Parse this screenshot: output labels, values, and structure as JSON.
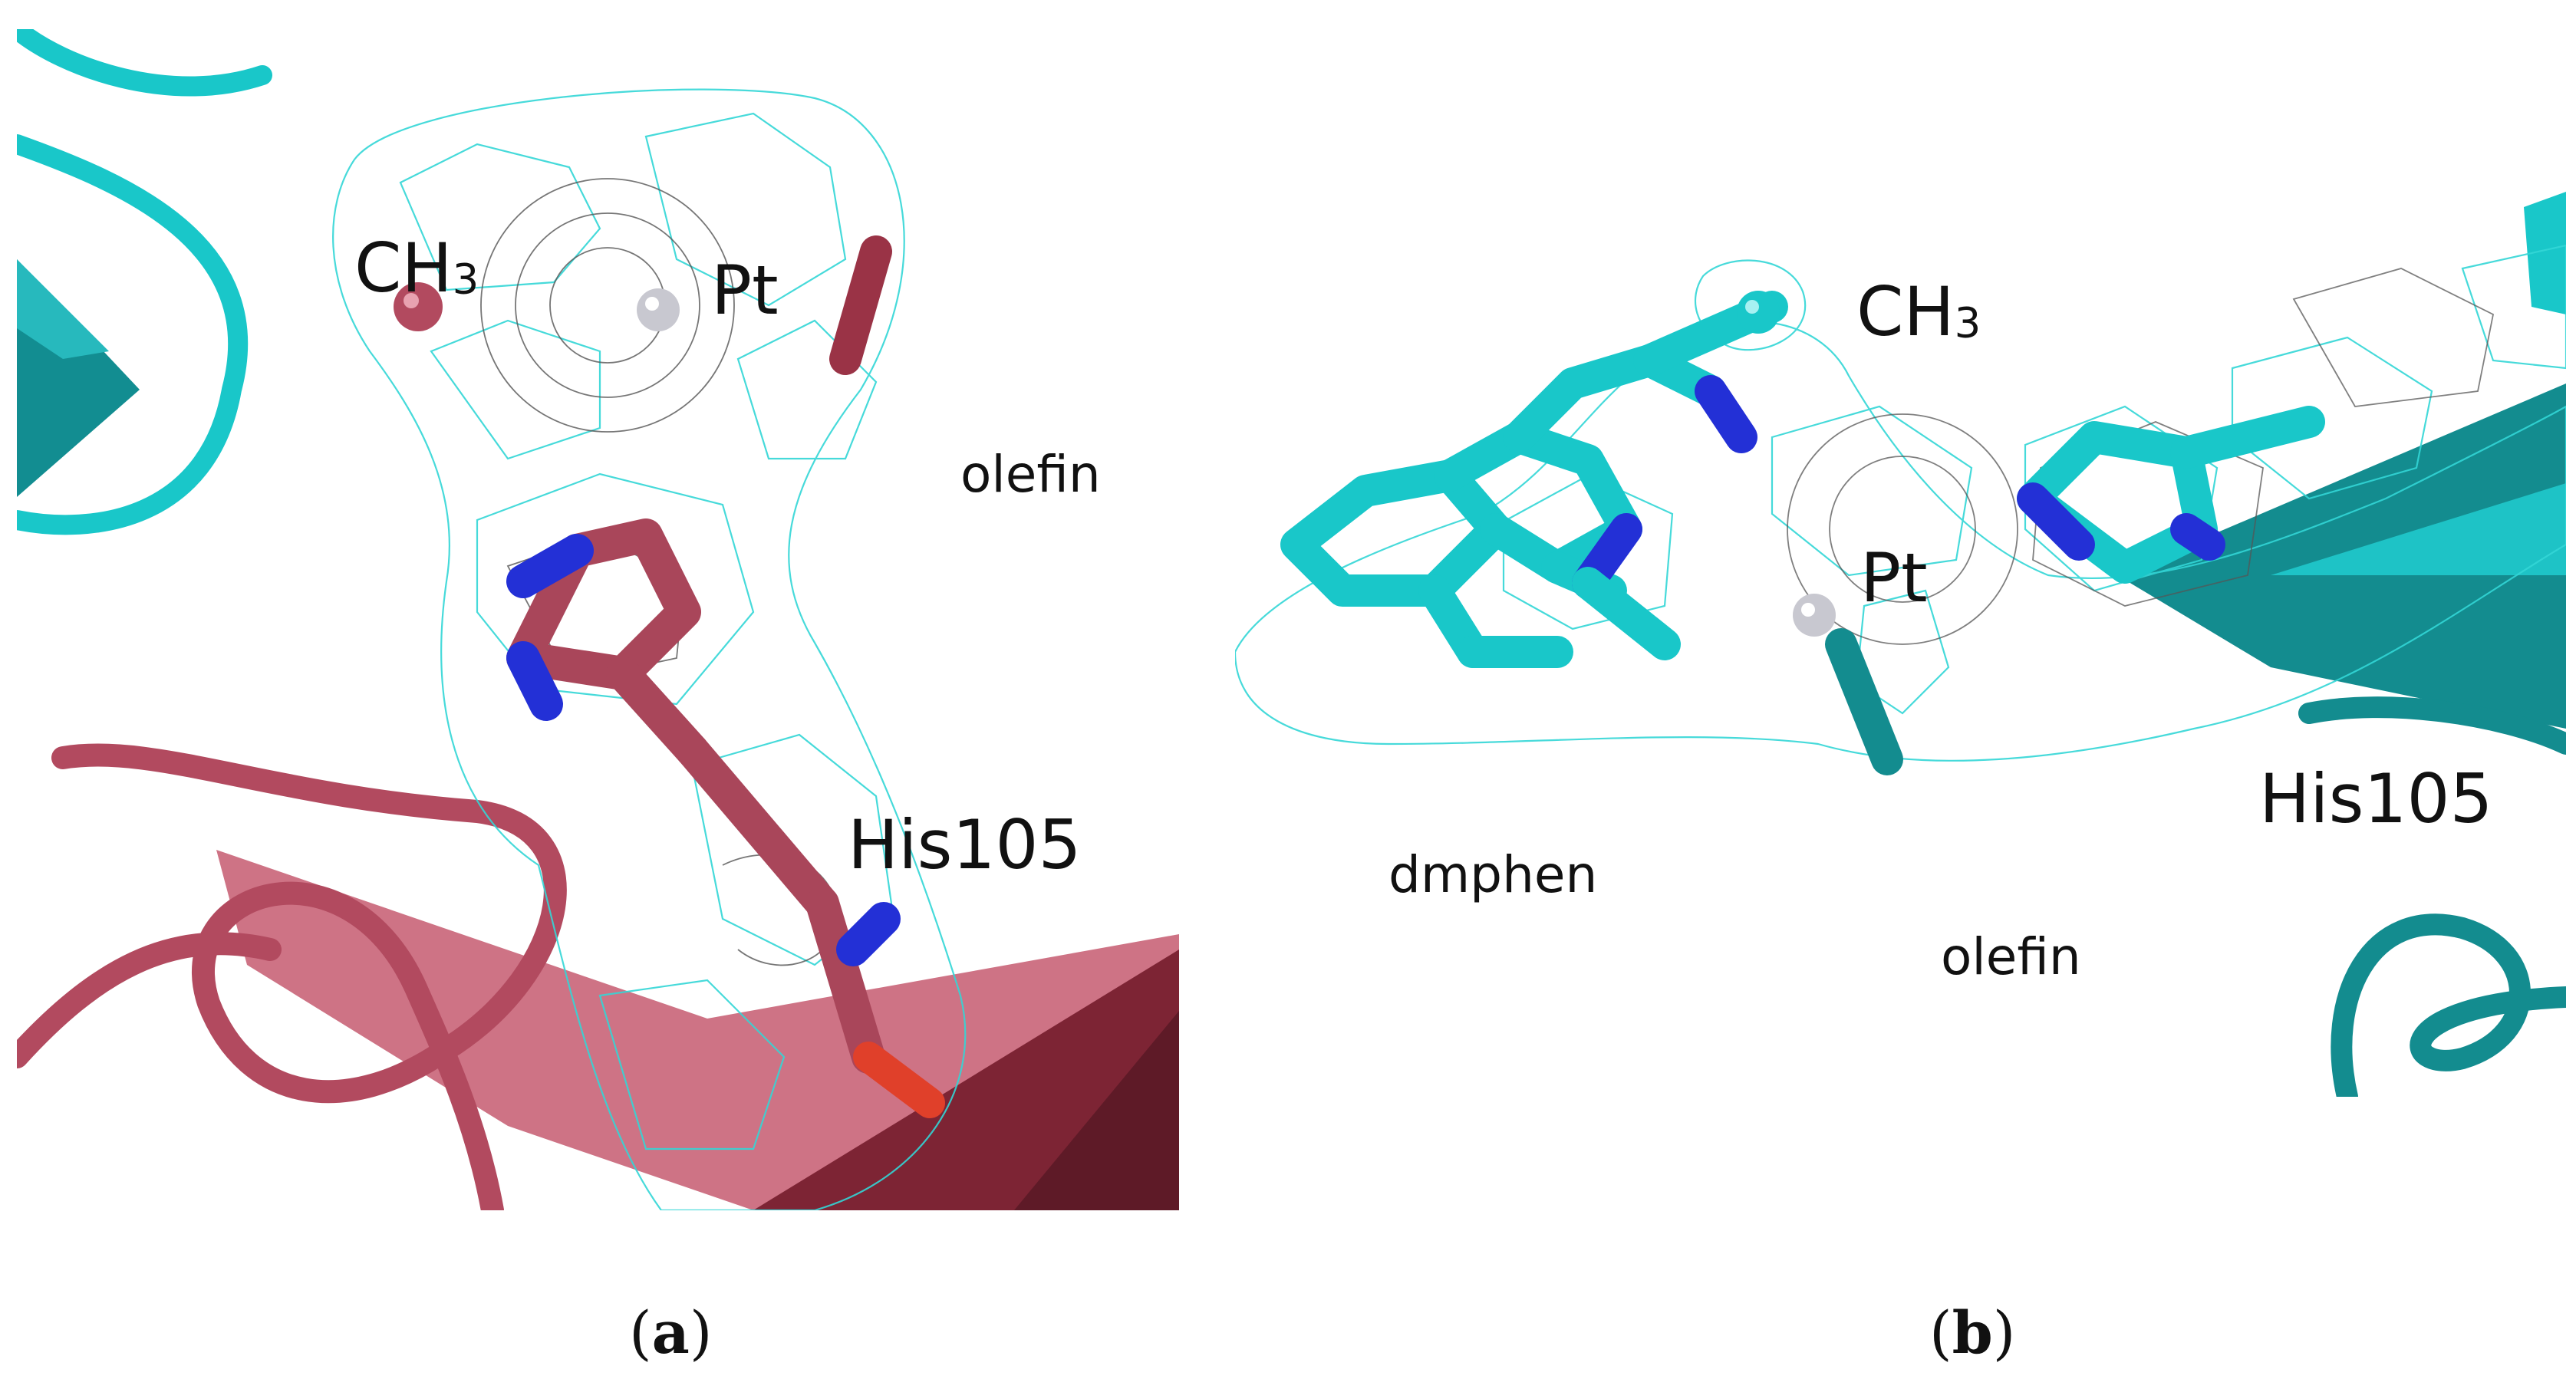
{
  "panels": [
    {
      "id": "a",
      "caption_open": "(",
      "caption_letter": "a",
      "caption_close": ")",
      "labels": {
        "methyl": "CH",
        "methyl_sub": "3",
        "metal": "Pt",
        "ligand_olefin": "olefin",
        "residue": "His105"
      }
    },
    {
      "id": "b",
      "caption_open": "(",
      "caption_letter": "b",
      "caption_close": ")",
      "labels": {
        "methyl": "CH",
        "methyl_sub": "3",
        "metal": "Pt",
        "ligand_olefin": "olefin",
        "residue": "His105",
        "ligand_phen": "dmphen"
      }
    }
  ],
  "colors": {
    "mesh": "#33d6d6",
    "mesh_dark": "#555555",
    "cyan_protein": "#19c7c9",
    "cyan_dark": "#138c8f",
    "maroon_protein": "#b24a5f",
    "maroon_dark": "#6a1f2e",
    "nitrogen": "#2330d6",
    "oxygen": "#e0402a",
    "platinum_atom": "#c8c8d0"
  }
}
